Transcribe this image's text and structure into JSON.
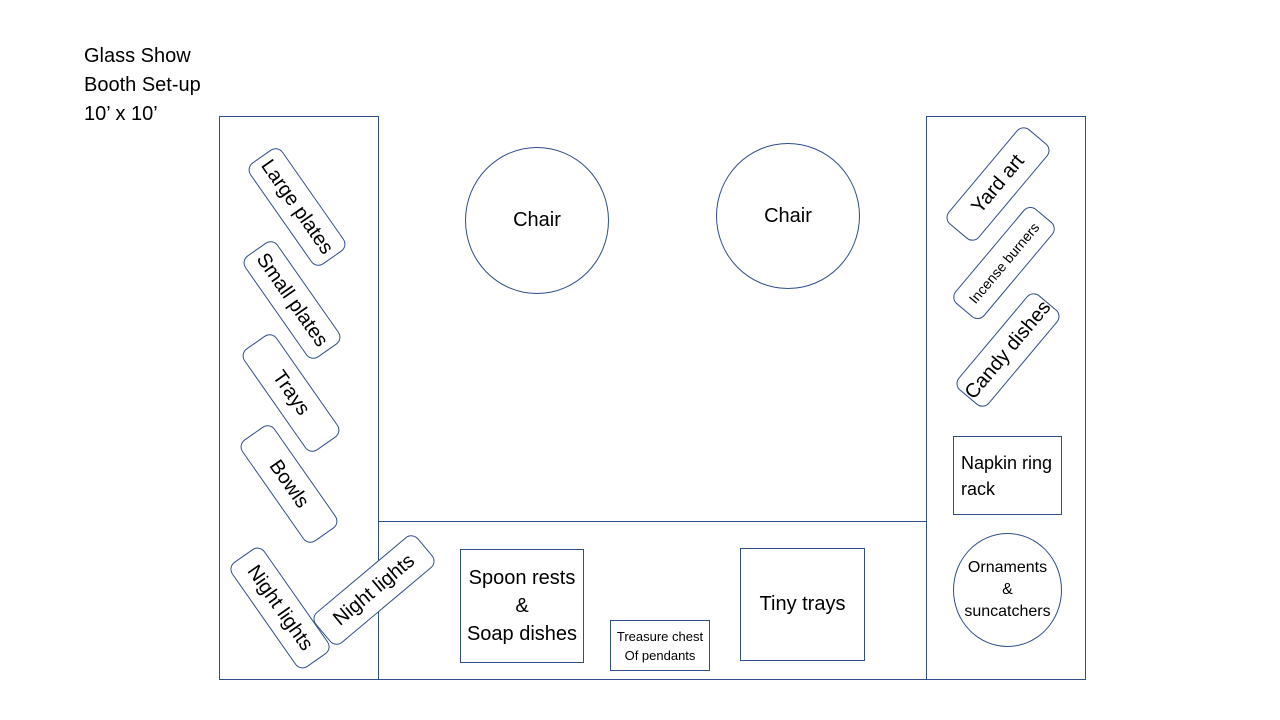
{
  "title": {
    "line1": "Glass Show",
    "line2": "Booth Set-up",
    "line3": "10’ x 10’"
  },
  "left_table": {
    "items": [
      "Large plates",
      "Small plates",
      "Trays",
      "Bowls",
      "Night lights"
    ]
  },
  "front_table": {
    "night_lights": "Night lights",
    "spoon_rests": {
      "line1": "Spoon rests",
      "line2": "&",
      "line3": "Soap dishes"
    },
    "treasure_chest": {
      "line1": "Treasure chest",
      "line2": "Of pendants"
    },
    "tiny_trays": "Tiny trays"
  },
  "right_table": {
    "yard_art": "Yard art",
    "incense_burners": "Incense burners",
    "candy_dishes": "Candy dishes",
    "napkin_ring_rack": {
      "line1": "Napkin ring",
      "line2": "rack"
    },
    "ornaments": {
      "line1": "Ornaments",
      "line2": "&",
      "line3": "suncatchers"
    }
  },
  "chairs": [
    "Chair",
    "Chair"
  ],
  "colors": {
    "outline": "#2F4F8A",
    "text": "#000000",
    "background": "#FFFFFF"
  }
}
